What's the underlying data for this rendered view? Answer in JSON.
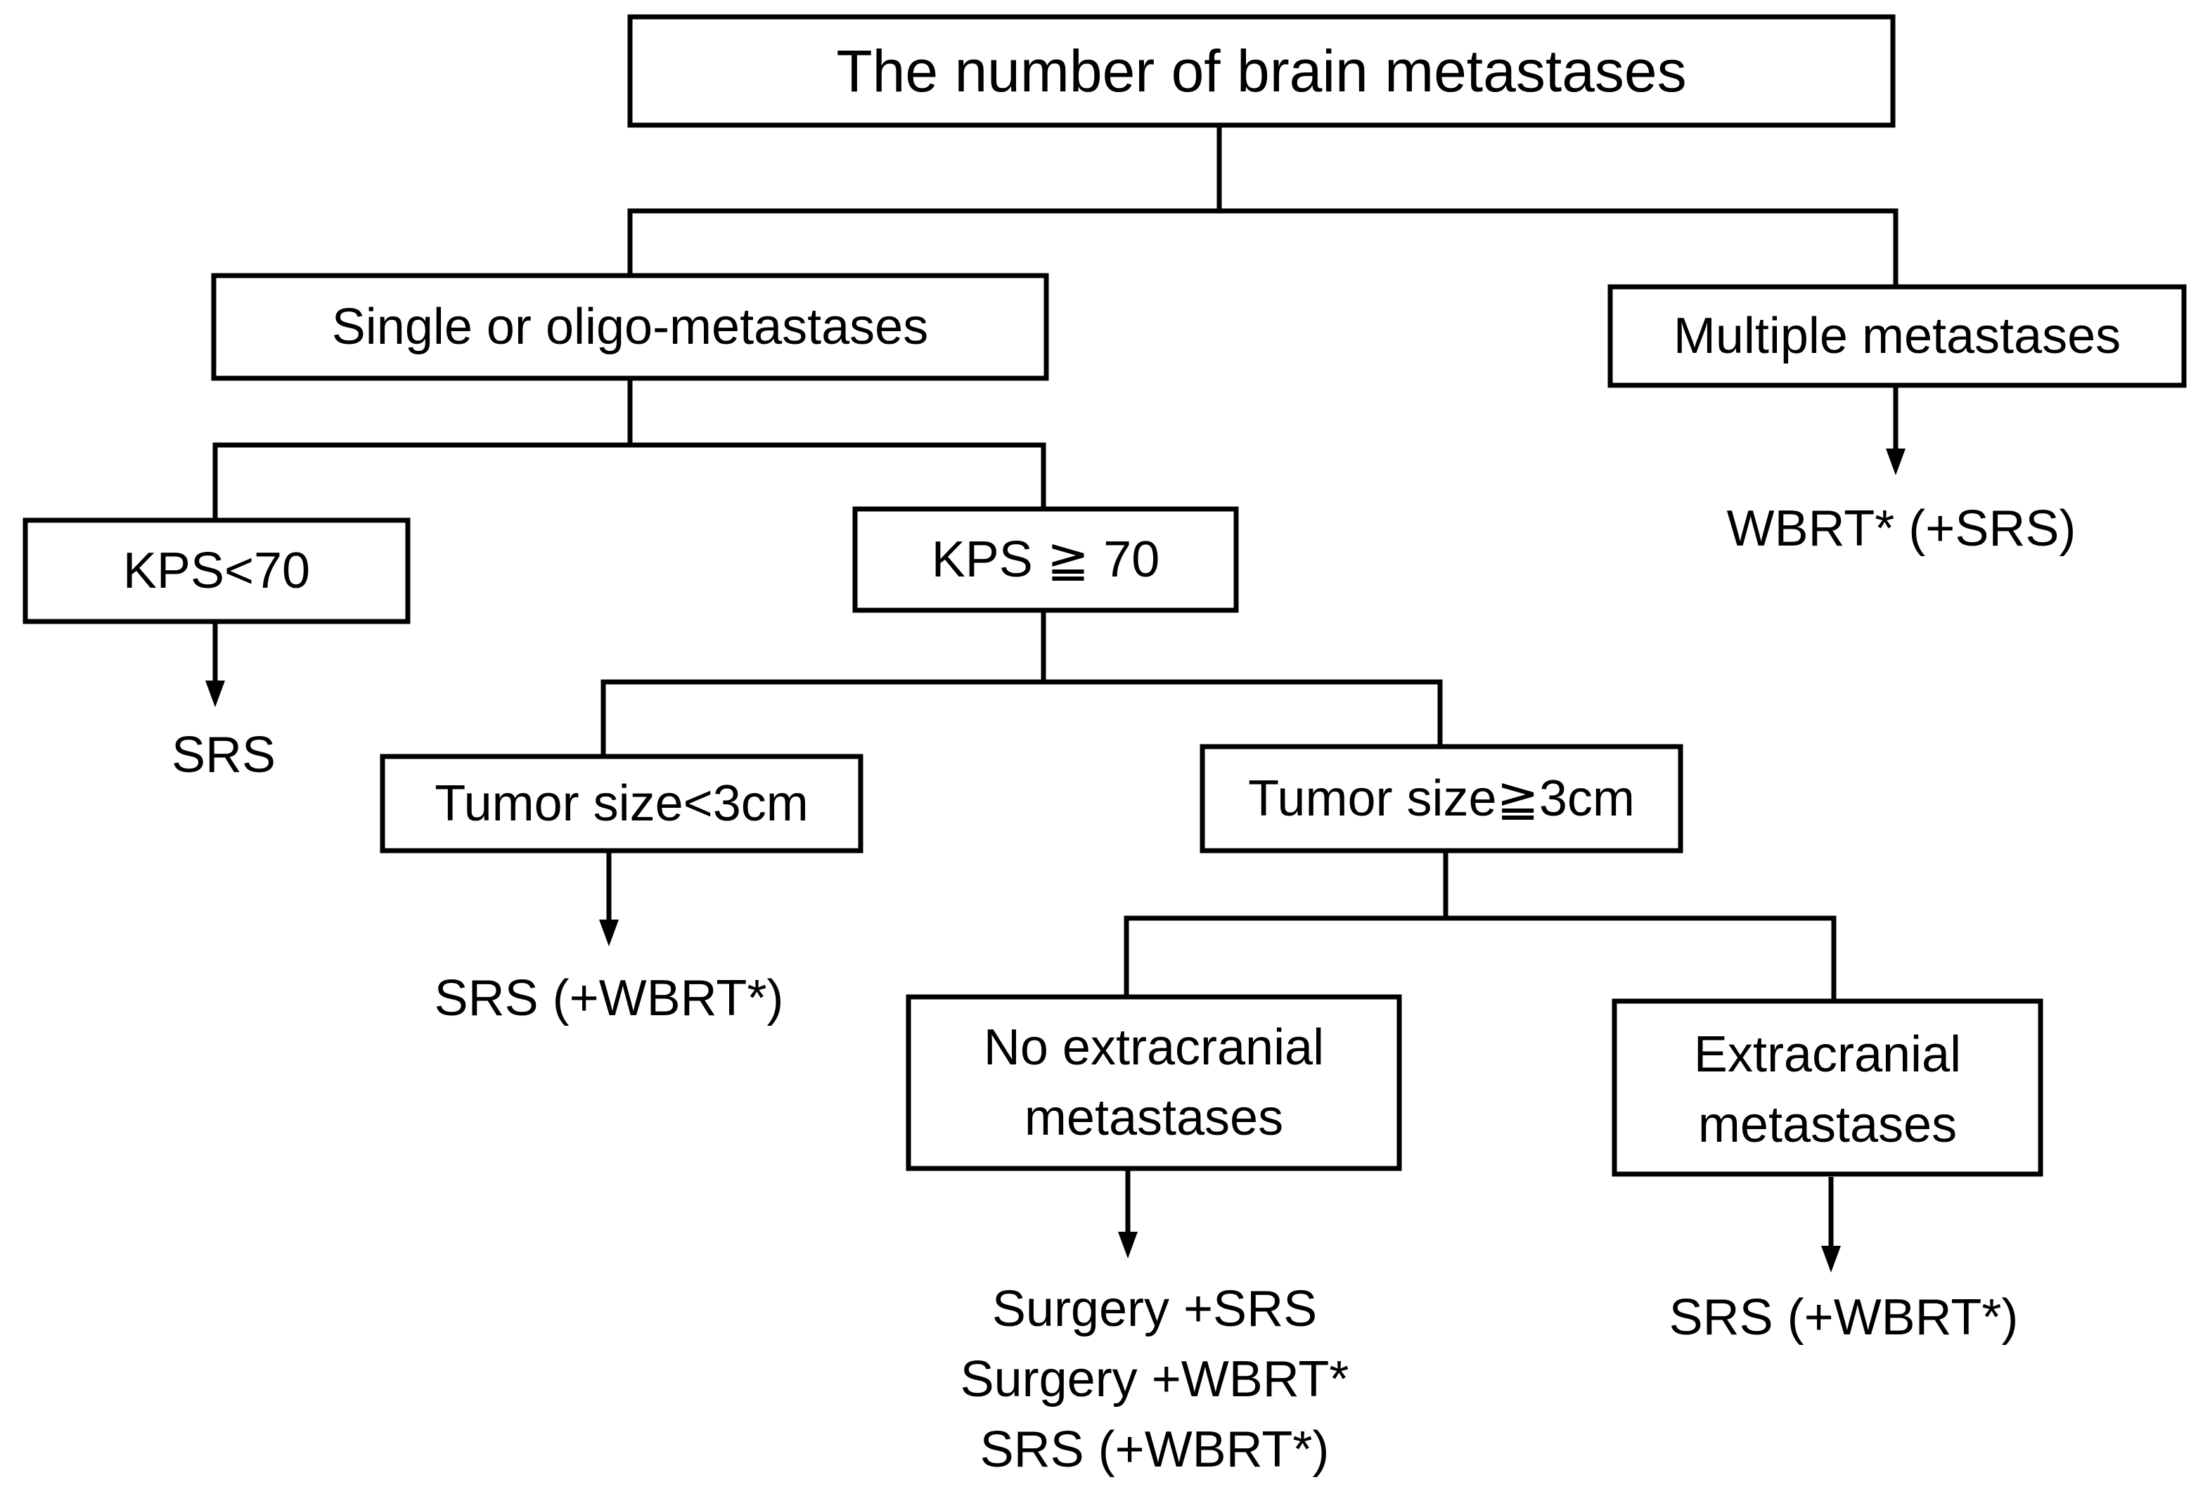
{
  "nodes": {
    "root": "The number of brain metastases",
    "single": "Single or oligo-metastases",
    "multiple": "Multiple metastases",
    "kps_low": "KPS<70",
    "kps_high": "KPS ≧ 70",
    "size_small": "Tumor size<3cm",
    "size_large": "Tumor size≧3cm",
    "no_extra_line1": "No extracranial",
    "no_extra_line2": "metastases",
    "extra_line1": "Extracranial",
    "extra_line2": "metastases"
  },
  "outcomes": {
    "multiple": "WBRT* (+SRS)",
    "kps_low": "SRS",
    "size_small": "SRS (+WBRT*)",
    "no_extra": [
      "Surgery +SRS",
      "Surgery +WBRT*",
      "SRS (+WBRT*)"
    ],
    "extra": "SRS (+WBRT*)"
  }
}
